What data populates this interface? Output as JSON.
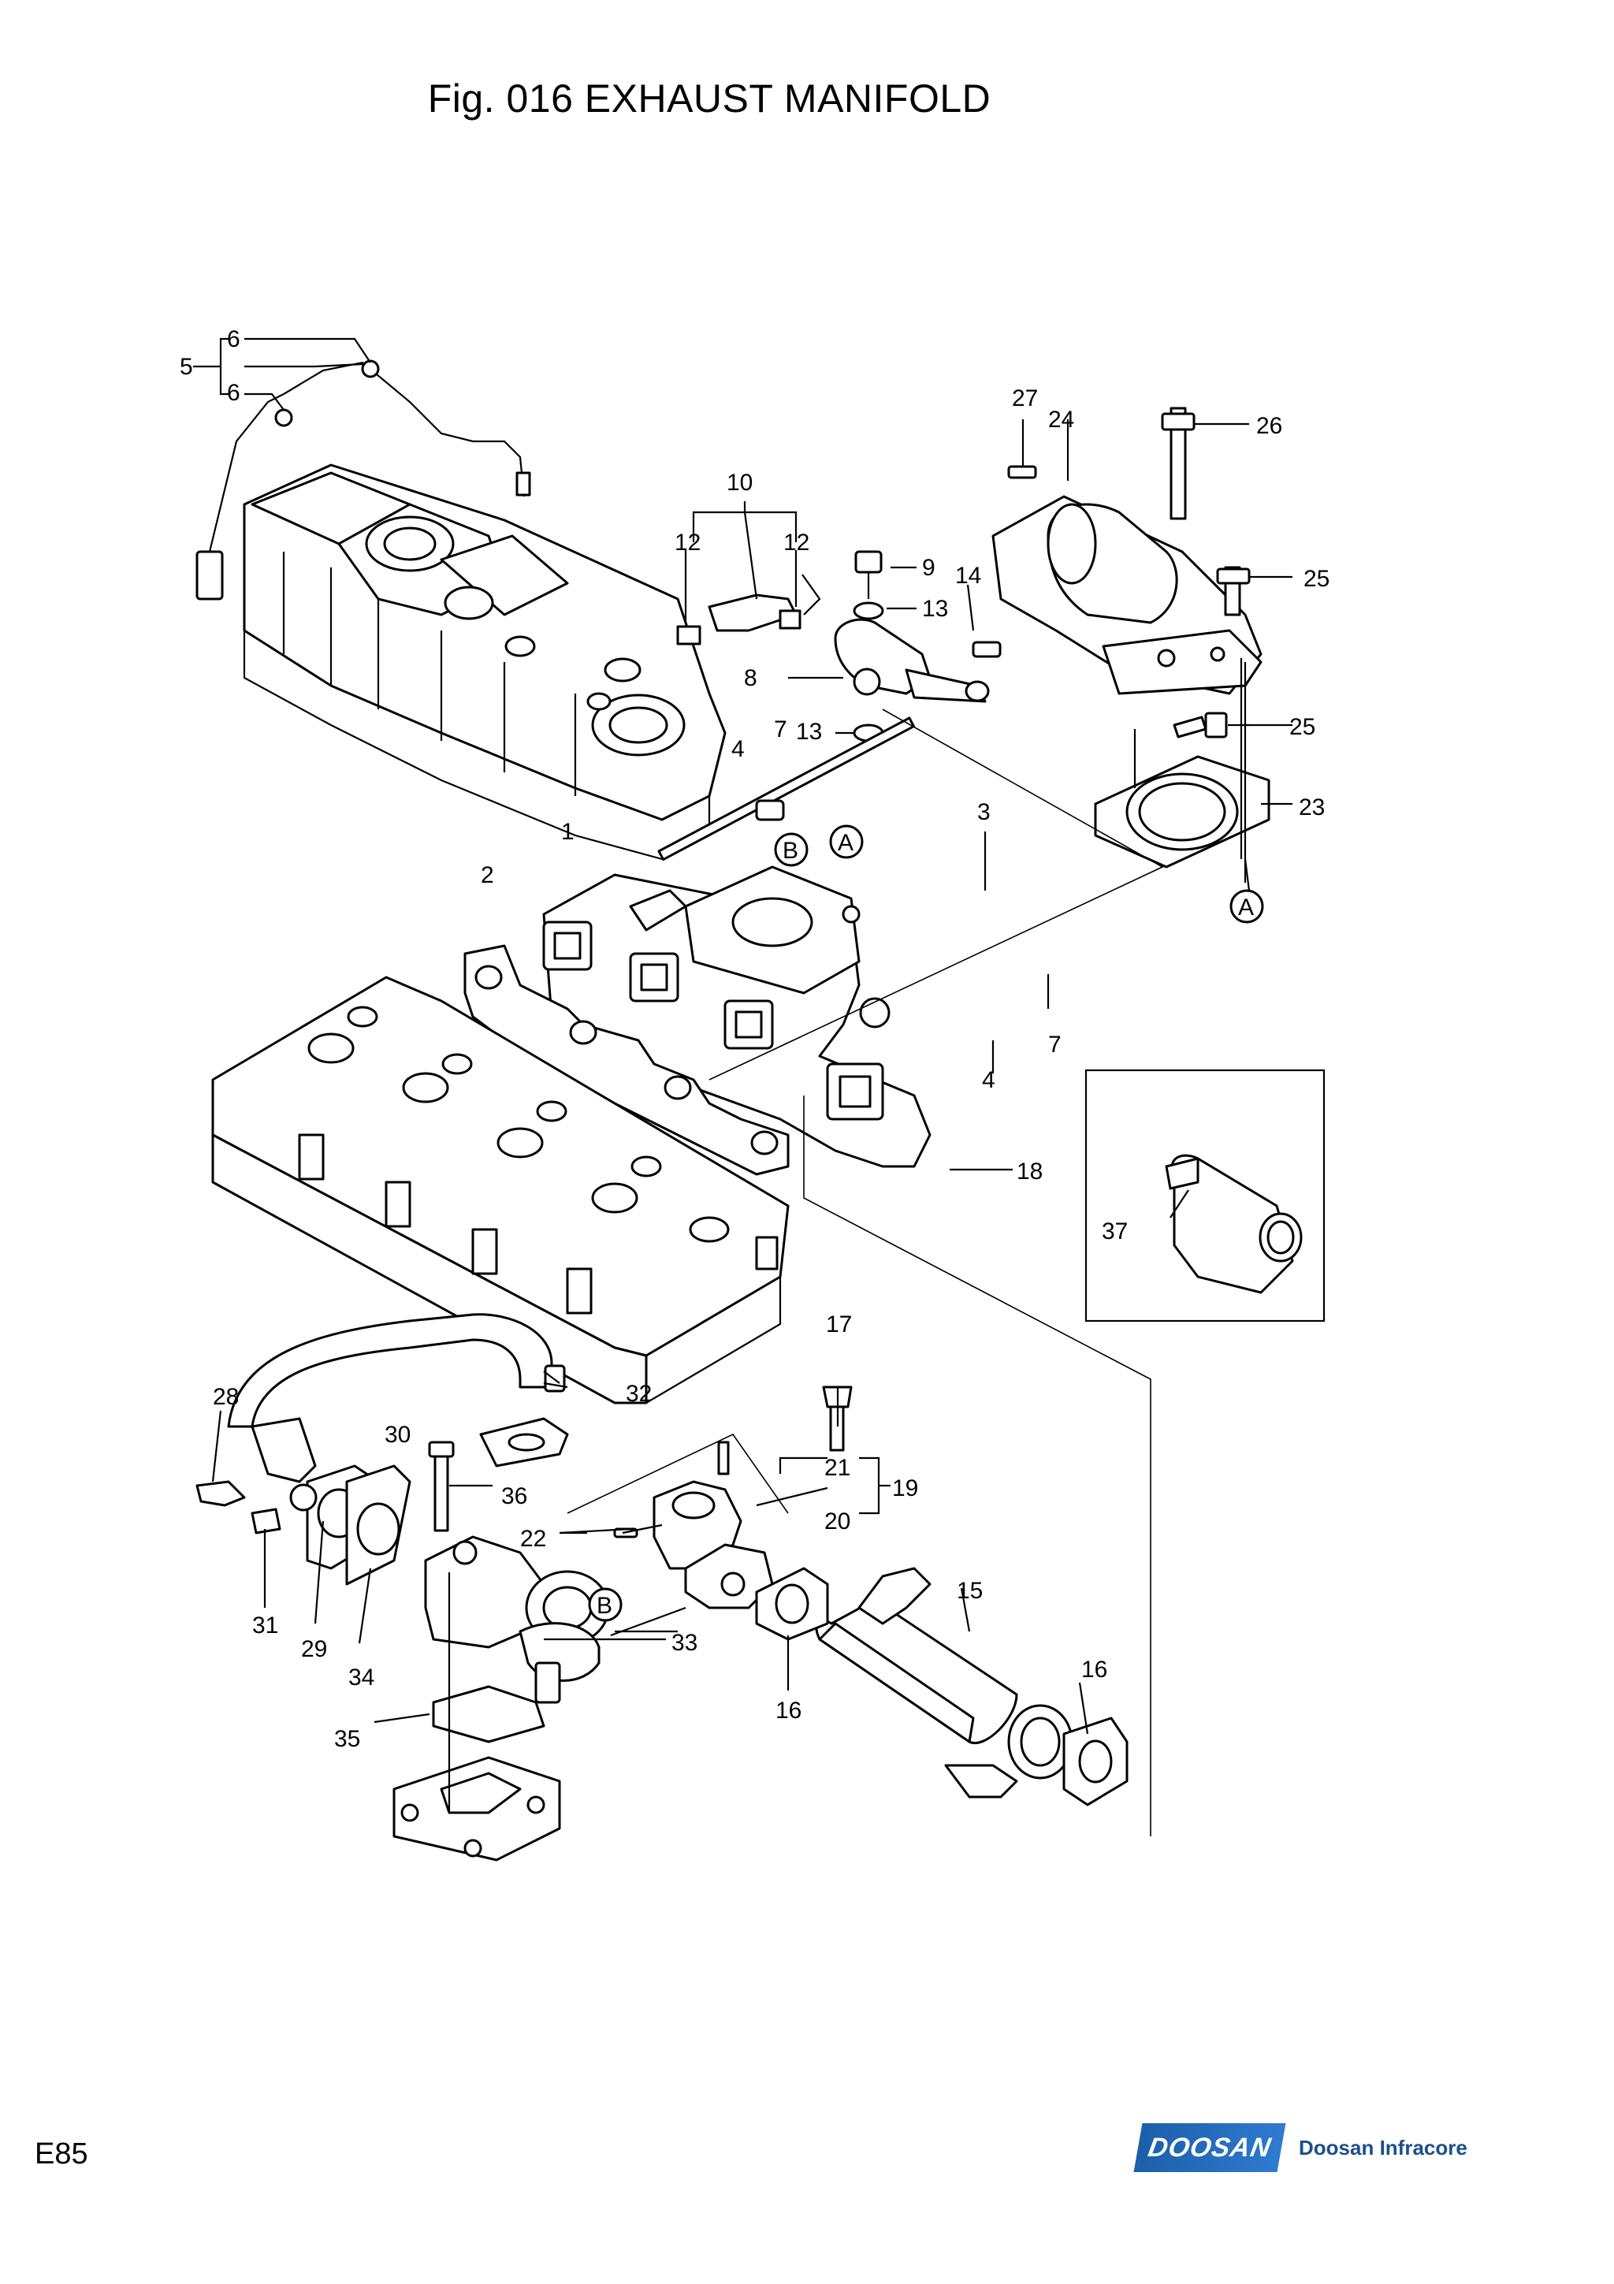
{
  "title": "Fig. 016 EXHAUST MANIFOLD",
  "page_code": "E85",
  "brand": {
    "logo_text": "DOOSAN",
    "company": "Doosan Infracore",
    "color": "#1b5fa8"
  },
  "callouts": {
    "c1": "1",
    "c2": "2",
    "c3": "3",
    "c4a": "4",
    "c4b": "4",
    "c5": "5",
    "c6a": "6",
    "c6b": "6",
    "c7a": "7",
    "c7b": "7",
    "c8": "8",
    "c9": "9",
    "c10": "10",
    "c12a": "12",
    "c12b": "12",
    "c13a": "13",
    "c13b": "13",
    "c14": "14",
    "c15": "15",
    "c16a": "16",
    "c16b": "16",
    "c17": "17",
    "c18": "18",
    "c19": "19",
    "c20": "20",
    "c21": "21",
    "c22": "22",
    "c23": "23",
    "c24": "24",
    "c25a": "25",
    "c25b": "25",
    "c26": "26",
    "c27": "27",
    "c28": "28",
    "c29": "29",
    "c30": "30",
    "c31": "31",
    "c32": "32",
    "c33": "33",
    "c34": "34",
    "c35": "35",
    "c36": "36",
    "c37": "37"
  },
  "markers": {
    "a1": "A",
    "a2": "A",
    "b1": "B",
    "b2": "B"
  }
}
